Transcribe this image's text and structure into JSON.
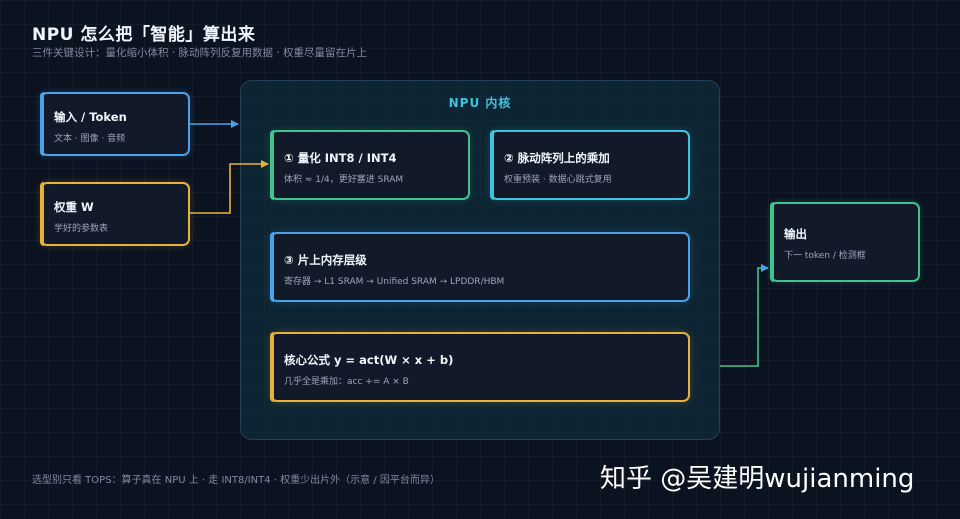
{
  "header": {
    "title": "NPU 怎么把「智能」算出来",
    "subtitle": "三件关键设计：量化缩小体积 · 脉动阵列反复用数据 · 权重尽量留在片上"
  },
  "inputs": {
    "input": {
      "title": "输入 / Token",
      "desc": "文本 · 图像 · 音频"
    },
    "weights": {
      "title": "权重 W",
      "desc": "学好的参数表"
    }
  },
  "core": {
    "label": "NPU 内核",
    "quant": {
      "title": "① 量化 INT8 / INT4",
      "desc": "体积 ≈ 1/4，更好塞进 SRAM"
    },
    "systolic": {
      "title": "② 脉动阵列上的乘加",
      "desc": "权重预装 · 数据心跳式复用"
    },
    "memory": {
      "title": "③ 片上内存层级",
      "desc": "寄存器 → L1 SRAM → Unified SRAM → LPDDR/HBM"
    },
    "formula": {
      "title": "核心公式 y = act(W × x + b)",
      "desc": "几乎全是乘加：acc += A × B"
    }
  },
  "output": {
    "title": "输出",
    "desc": "下一 token / 检测框"
  },
  "footer": {
    "note": "选型别只看 TOPS：算子真在 NPU 上 · 走 INT8/INT4 · 权重少出片外（示意 / 因平台而异）"
  },
  "watermark": {
    "text": "知乎 @吴建明wujianming"
  },
  "colors": {
    "blue": "#4aa3e8",
    "amber": "#e8b23a",
    "green": "#3fc48f",
    "cyan": "#3fc3df",
    "background": "#0b1220"
  },
  "icons": {
    "arrow": "arrow-right-icon"
  }
}
